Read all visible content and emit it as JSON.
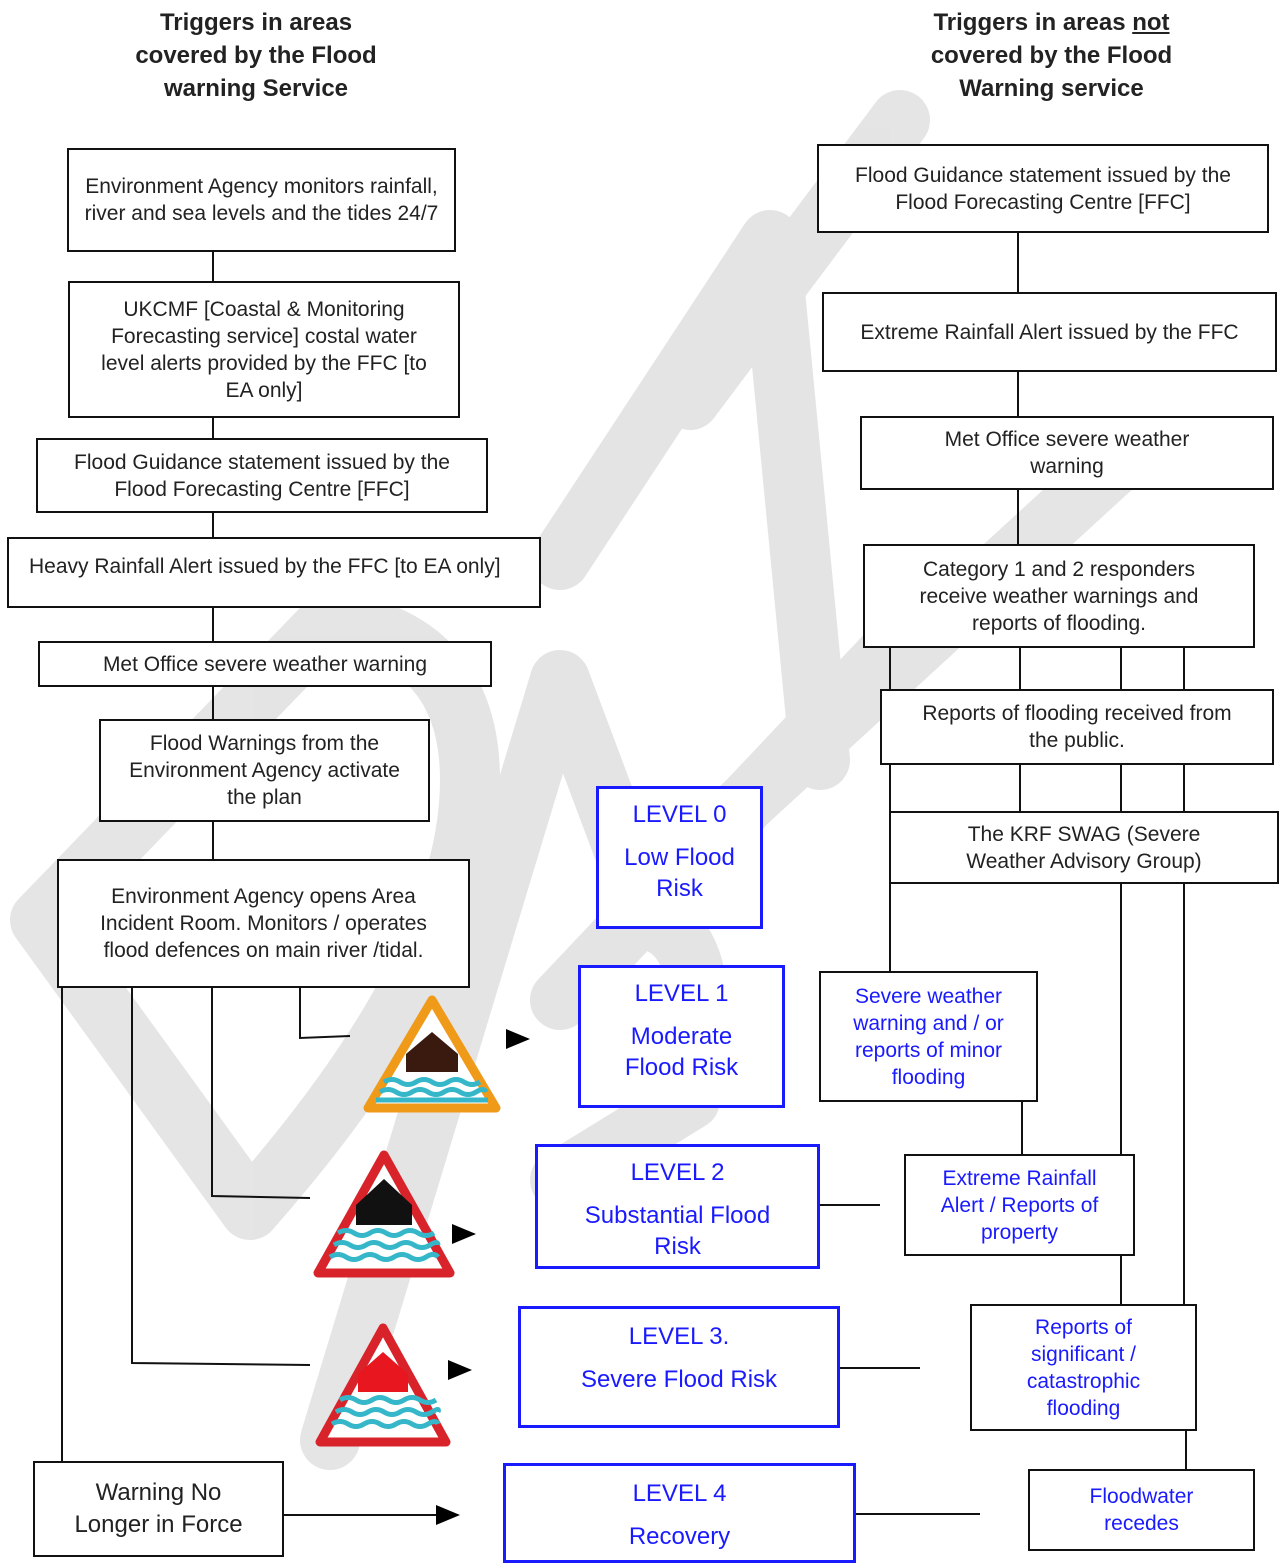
{
  "headings": {
    "left": [
      "Triggers in areas",
      "covered by the Flood",
      "warning Service"
    ],
    "right_line1_pre": "Triggers in areas ",
    "right_line1_u": "not",
    "right_line2": "covered by the Flood",
    "right_line3": "Warning service"
  },
  "left_chain": {
    "ea_monitors": "Environment Agency monitors rainfall, river and sea levels and the tides 24/7",
    "ukcmf": "UKCMF [Coastal & Monitoring Forecasting service] costal water level alerts provided by the FFC [to EA only]",
    "fgs": "Flood Guidance statement issued by the Flood Forecasting Centre [FFC]",
    "heavy_rain": "Heavy Rainfall Alert issued by the FFC [to EA only]",
    "met_office": "Met Office severe weather warning",
    "flood_warnings": "Flood Warnings from the Environment Agency activate the plan",
    "ea_incident": "Environment Agency opens Area Incident Room. Monitors / operates flood defences on main river /tidal.",
    "no_longer": "Warning No Longer in Force"
  },
  "levels": [
    {
      "title": "LEVEL 0",
      "desc": "Low Flood Risk"
    },
    {
      "title": "LEVEL 1",
      "desc": "Moderate Flood Risk"
    },
    {
      "title": "LEVEL 2",
      "desc": "Substantial Flood Risk"
    },
    {
      "title": "LEVEL 3.",
      "desc": "Severe Flood Risk"
    },
    {
      "title": "LEVEL 4",
      "desc": "Recovery"
    }
  ],
  "right_chain": {
    "fgs": "Flood Guidance statement issued by the Flood Forecasting Centre [FFC]",
    "extreme_alert": "Extreme Rainfall Alert issued by the FFC",
    "met_office": "Met Office severe weather warning",
    "cat_responders": "Category 1 and 2 responders receive weather warnings and reports of flooding.",
    "public_reports": "Reports of flooding received from the public.",
    "swag": "The KRF SWAG (Severe Weather Advisory Group)",
    "minor": "Severe weather warning and / or reports of minor flooding",
    "extreme_property": "Extreme Rainfall Alert / Reports of property",
    "significant": "Reports of significant / catastrophic flooding",
    "recedes": "Floodwater recedes"
  },
  "signs": [
    {
      "name": "flood-alert-sign-icon",
      "color": "#f09a1a",
      "house": "#3a1a0e"
    },
    {
      "name": "flood-warning-sign-icon",
      "color": "#d8232a",
      "house": "#111111"
    },
    {
      "name": "severe-flood-warning-sign-icon",
      "color": "#d8232a",
      "house": "#e8161f"
    }
  ],
  "colors": {
    "level_blue": "#1a1aff",
    "water": "#36b7c9",
    "watermark": "#dcdcdc"
  }
}
